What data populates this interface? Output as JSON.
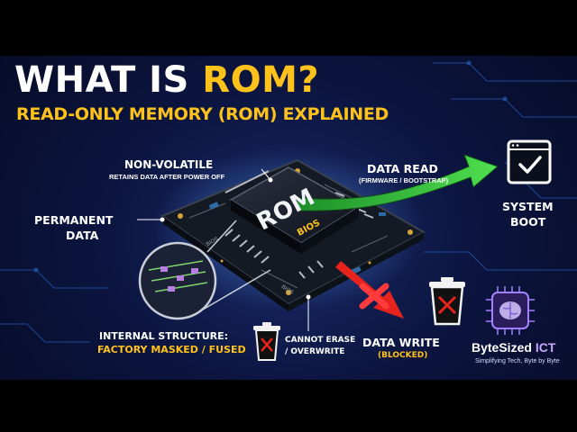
{
  "title": {
    "prefix": "WHAT IS ",
    "highlight": "ROM?"
  },
  "subtitle": "READ-ONLY MEMORY (ROM) EXPLAINED",
  "labels": {
    "non_volatile": "NON-VOLATILE",
    "non_volatile_sub": "RETAINS DATA AFTER POWER OFF",
    "permanent": "PERMANENT",
    "data": "DATA",
    "data_read": "DATA READ",
    "data_read_sub": "(FIRMWARE / BOOTSTRAP)",
    "system": "SYSTEM",
    "boot": "BOOT",
    "internal_structure": "INTERNAL STRUCTURE:",
    "factory": "FACTORY MASKED / FUSED",
    "cannot_erase": "CANNOT ERASE",
    "overwrite": "/ OVERWRITE",
    "data_write": "DATA WRITE",
    "blocked": "(BLOCKED)"
  },
  "chip": {
    "main": "ROM",
    "sub": "BIOS",
    "silk_1": "BIOS",
    "silk_2": "BIOS"
  },
  "brand": {
    "name_main": "ByteSized ",
    "name_accent": "ICT",
    "tagline": "Simplifying Tech, Byte by Byte"
  },
  "colors": {
    "accent": "#ffc21a",
    "read_arrow": "#3ecf3e",
    "write_arrow": "#e8231e",
    "background": "#0c1540"
  },
  "icons": [
    "checkmark-window-icon",
    "trash-can-icon",
    "brain-chip-logo-icon"
  ]
}
